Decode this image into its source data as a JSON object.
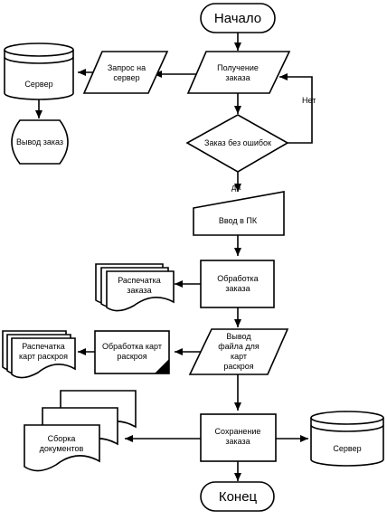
{
  "diagram": {
    "start": "Начало",
    "get_order": [
      "Получение",
      "заказа"
    ],
    "decision": "Заказ без ошибок",
    "no_label": "Нет",
    "yes_label": "да",
    "request": [
      "Запрос на",
      "сервер"
    ],
    "server_top": "Сервер",
    "output_order": "Вывод заказ",
    "input_pc": "Ввод в ПК",
    "process_order": [
      "Обработка",
      "заказа"
    ],
    "print_order": [
      "Распечатка",
      "заказа"
    ],
    "output_file": [
      "Вывод",
      "файла для",
      "карт",
      "раскроя"
    ],
    "process_cards": [
      "Обработка карт",
      "раскроя"
    ],
    "print_cards": [
      "Распечатка",
      "карт раскроя"
    ],
    "save_order": [
      "Сохранение",
      "заказа"
    ],
    "docs": [
      "Сборка",
      "документов"
    ],
    "server_bottom": "Сервер",
    "end": "Конец"
  }
}
